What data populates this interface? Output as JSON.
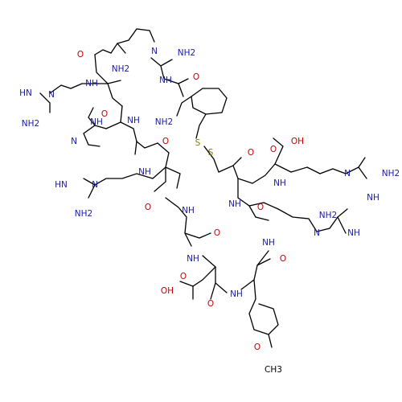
{
  "colors": {
    "bond": "#000000",
    "N": "#1a1aa6",
    "O": "#cc0000",
    "S": "#8a7a00",
    "C": "#000000"
  },
  "labels": {
    "n_top_chain": "N",
    "nh2_top_amidine": "NH2",
    "nh_top_amidine": "NH",
    "o_top_amide": "O",
    "nh2_alpha_top": "NH2",
    "nh_arg1": "NH",
    "imino_arg1": "HN",
    "nh_arg1_side": "N",
    "nh2_arg1": "NH2",
    "o_arg1": "O",
    "nh_his_bb": "NH",
    "o_amidino_top": "O",
    "nh2_cyclohex": "NH2",
    "nh_imid": "NH",
    "n_imid": "N",
    "o_his": "O",
    "s1": "S",
    "s2": "S",
    "o_cys": "O",
    "o_acid": "O",
    "oh_acid": "OH",
    "nh_arg2_bb": "NH",
    "imino_arg2": "HN",
    "nh_arg2_side": "N",
    "nh2_arg2": "NH2",
    "nh_cys_arg": "NH",
    "nh_arg_right": "N",
    "nh2_right": "NH2",
    "nh_right_imine": "NH",
    "o_arg2": "O",
    "nh_gly": "NH",
    "nh_cys2": "NH",
    "o_cys2": "O",
    "nh2_arg3": "NH2",
    "nh_arg3_side": "N",
    "nh_arg3_imine": "NH",
    "o_gly": "O",
    "nh_asp": "NH",
    "nh_tyr_bb": "NH",
    "o_tyr": "O",
    "o_asp_acid": "O",
    "oh_asp": "OH",
    "o_asp": "O",
    "nh_tyr": "NH",
    "o_methoxy": "O",
    "ch3": "CH3"
  }
}
